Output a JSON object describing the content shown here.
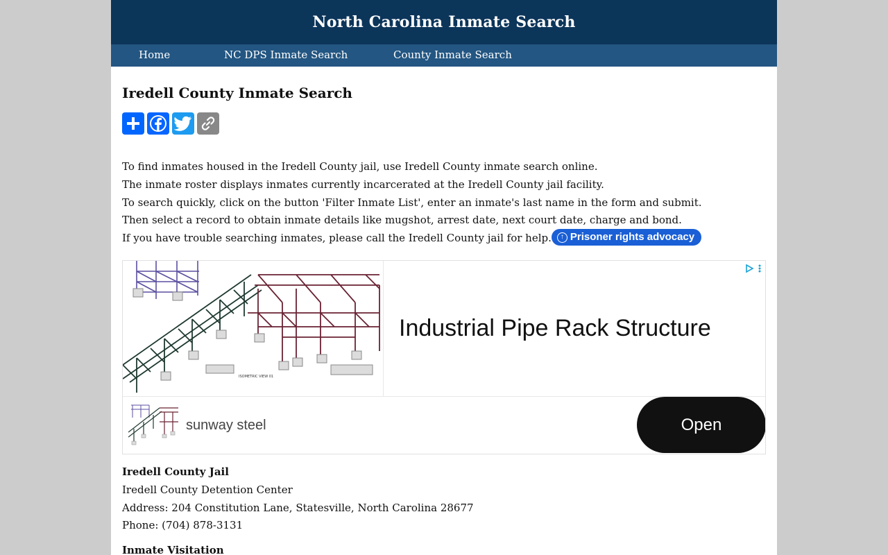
{
  "header": {
    "site_title": "North Carolina Inmate Search"
  },
  "nav": {
    "items": [
      {
        "label": "Home"
      },
      {
        "label": "NC DPS Inmate Search"
      },
      {
        "label": "County Inmate Search"
      }
    ]
  },
  "main": {
    "page_title": "Iredell County Inmate Search",
    "share_icons": [
      "add-share-icon",
      "facebook-icon",
      "twitter-icon",
      "copy-link-icon"
    ],
    "intro_lines": [
      "To find inmates housed in the Iredell County jail, use Iredell County inmate search online.",
      "The inmate roster displays inmates currently incarcerated at the Iredell County jail facility.",
      "To search quickly, click on the button 'Filter Inmate List', enter an inmate's last name in the form and submit.",
      "Then select a record to obtain inmate details like mugshot, arrest date, next court date, charge and bond.",
      "If you have trouble searching inmates, please call the Iredell County jail for help."
    ],
    "advocacy_chip": "Prisoner rights advocacy"
  },
  "ad": {
    "headline": "Industrial Pipe Rack Structure",
    "advertiser": "sunway steel",
    "cta": "Open",
    "image_caption": "ISOMETRIC VIEW 01"
  },
  "jail": {
    "name": "Iredell County Jail",
    "facility": "Iredell County Detention Center",
    "address": "Address: 204 Constitution Lane, Statesville, North Carolina 28677",
    "phone": "Phone: (704) 878-3131"
  },
  "visitation": {
    "heading": "Inmate Visitation"
  },
  "colors": {
    "header_bg": "#0c355a",
    "nav_bg": "#235682",
    "chip_bg": "#1a5fd6",
    "page_bg": "#cccccc"
  }
}
